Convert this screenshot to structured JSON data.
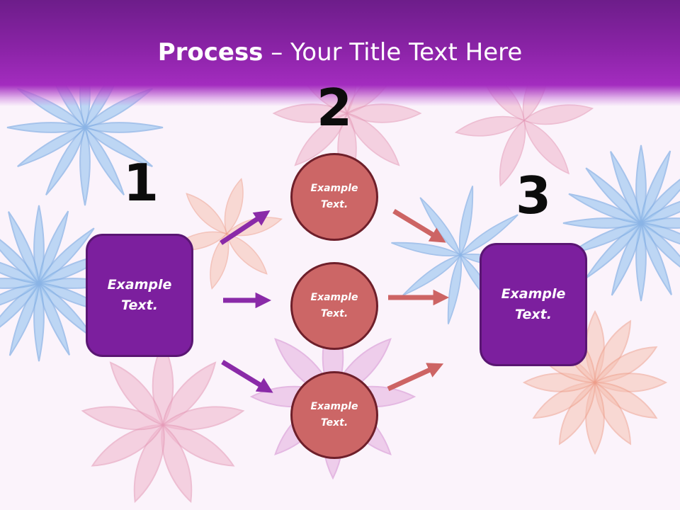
{
  "slide": {
    "title_bold": "Process",
    "title_rest": " – Your Title Text Here"
  },
  "stages": [
    {
      "number": "1"
    },
    {
      "number": "2"
    },
    {
      "number": "3"
    }
  ],
  "boxes": {
    "left": "Example Text.",
    "right": "Example Text."
  },
  "circles": [
    {
      "text": "Example Text."
    },
    {
      "text": "Example Text."
    },
    {
      "text": "Example Text."
    }
  ],
  "colors": {
    "header": "#8a23a6",
    "box": "#7c1f9e",
    "circle": "#cc6666",
    "arrow_left": "#8a2aa8",
    "arrow_right": "#cd6464"
  }
}
